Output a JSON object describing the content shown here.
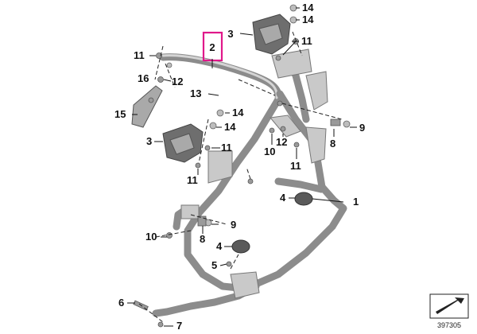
{
  "callouts": {
    "c1": "1",
    "c2": "2",
    "c3a": "3",
    "c3b": "3",
    "c4": "4",
    "c4b": "4",
    "c5": "5",
    "c6": "6",
    "c7": "7",
    "c8a": "8",
    "c8b": "8",
    "c9a": "9",
    "c9b": "9",
    "c10a": "10",
    "c10b": "10",
    "c11a": "11",
    "c11b": "11",
    "c11c": "11",
    "c11d": "11",
    "c11e": "11",
    "c12a": "12",
    "c12b": "12",
    "c13": "13",
    "c14a": "14",
    "c14b": "14",
    "c14c": "14",
    "c14d": "14",
    "c15": "15",
    "c16": "16"
  },
  "highlighted_part": "2",
  "highlight_color": "#e0188a",
  "catalog_number": "397305",
  "corner_icon": "direction-arrow-icon"
}
